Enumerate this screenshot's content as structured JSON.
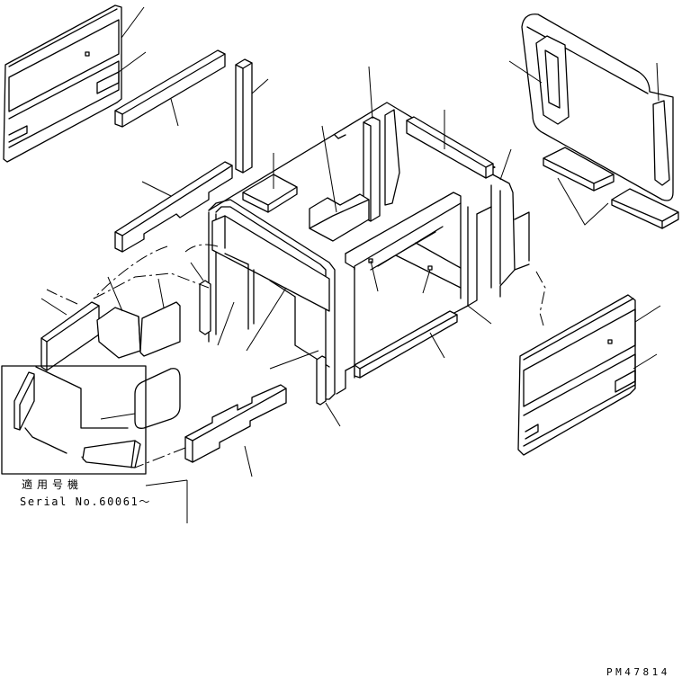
{
  "diagram": {
    "serial_label": "適用号機",
    "serial_number": "Serial No.60061～",
    "drawing_id": "PM47814"
  },
  "colors": {
    "line": "#000000",
    "paper": "#ffffff"
  }
}
